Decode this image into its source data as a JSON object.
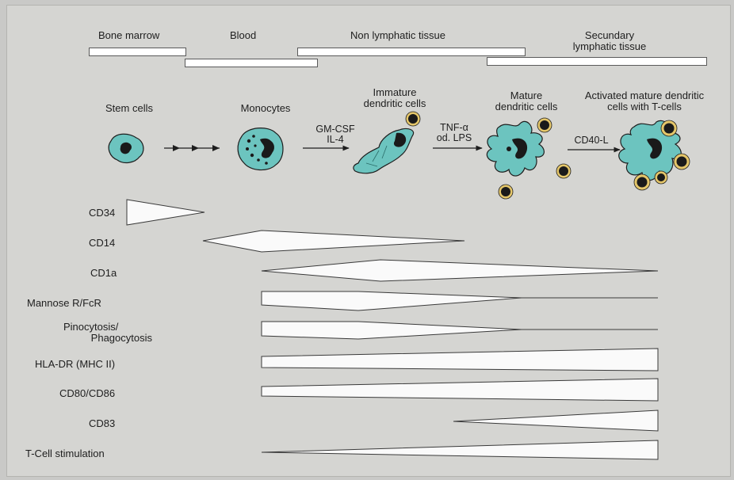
{
  "tissues": [
    {
      "label": "Bone marrow"
    },
    {
      "label": "Blood"
    },
    {
      "label": "Non lymphatic tissue"
    },
    {
      "label": "Secundary lymphatic tissue",
      "lines": [
        "Secundary",
        "lymphatic tissue"
      ]
    }
  ],
  "stages": [
    {
      "lines": [
        "Stem cells"
      ]
    },
    {
      "lines": [
        "Monocytes"
      ]
    },
    {
      "lines": [
        "Immature",
        "dendritic cells"
      ]
    },
    {
      "lines": [
        "Mature",
        "dendritic cells"
      ]
    },
    {
      "lines": [
        "Activated mature dendritic",
        "cells with T-cells"
      ]
    }
  ],
  "arrow_labels": [
    {
      "lines": [
        "GM-CSF",
        "IL-4"
      ]
    },
    {
      "lines": [
        "TNF-α",
        "od. LPS"
      ]
    },
    {
      "lines": [
        "CD40-L"
      ]
    }
  ],
  "markers": [
    {
      "lines": [
        "CD34"
      ]
    },
    {
      "lines": [
        "CD14"
      ]
    },
    {
      "lines": [
        "CD1a"
      ]
    },
    {
      "lines": [
        "Mannose R/FcR"
      ]
    },
    {
      "lines": [
        "Pinocytosis/",
        "Phagocytosis"
      ]
    },
    {
      "lines": [
        "HLA-DR (MHC II)"
      ]
    },
    {
      "lines": [
        "CD80/CD86"
      ]
    },
    {
      "lines": [
        "CD83"
      ]
    },
    {
      "lines": [
        "T-Cell stimulation"
      ]
    }
  ],
  "colors": {
    "cell": "#6cc4bf",
    "nucleus": "#1a1a1a",
    "tcell_ring": "#e4c66a",
    "shape_fill": "#fafafa"
  }
}
